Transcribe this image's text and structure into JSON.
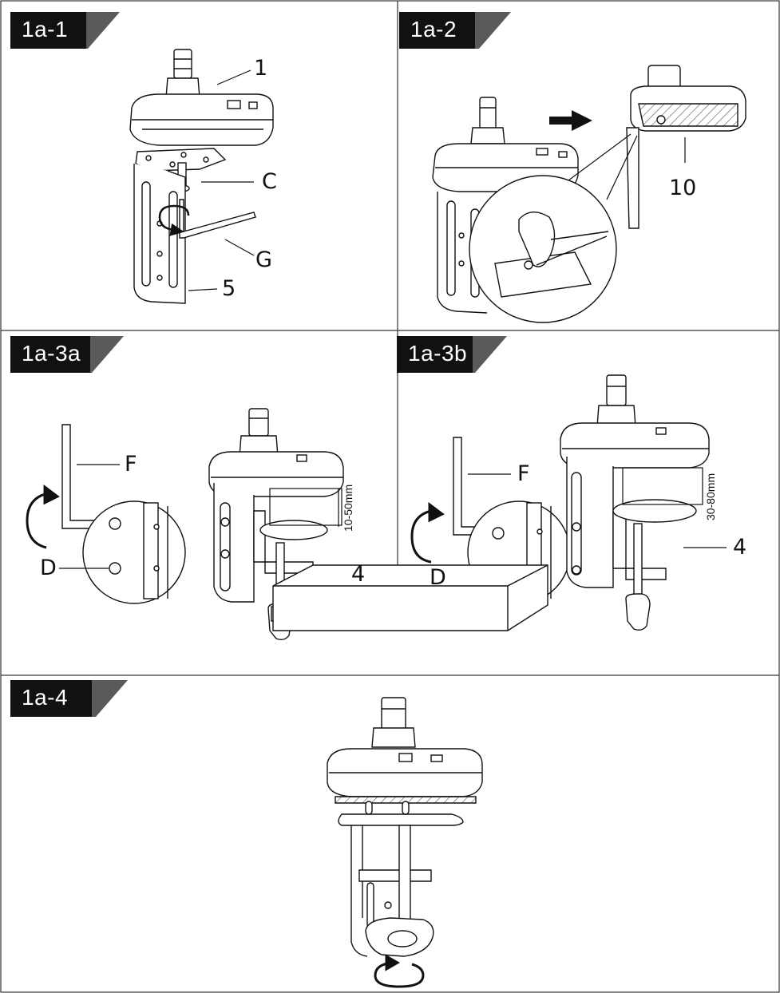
{
  "panels": [
    {
      "tag": "1a-1",
      "labels": {
        "item1": "1",
        "c": "C",
        "g": "G",
        "item5": "5"
      }
    },
    {
      "tag": "1a-2",
      "labels": {
        "item10": "10"
      }
    },
    {
      "tag": "1a-3a",
      "labels": {
        "f": "F",
        "d": "D",
        "item4": "4",
        "range": "10-50mm"
      }
    },
    {
      "tag": "1a-3b",
      "labels": {
        "f": "F",
        "d": "D",
        "item4": "4",
        "range": "30-80mm"
      }
    },
    {
      "tag": "1a-4",
      "labels": {}
    }
  ],
  "colors": {
    "tag_bg": "#111111",
    "tag_stripe": "#5a5a5a",
    "line": "#111111",
    "grid": "#333333"
  }
}
